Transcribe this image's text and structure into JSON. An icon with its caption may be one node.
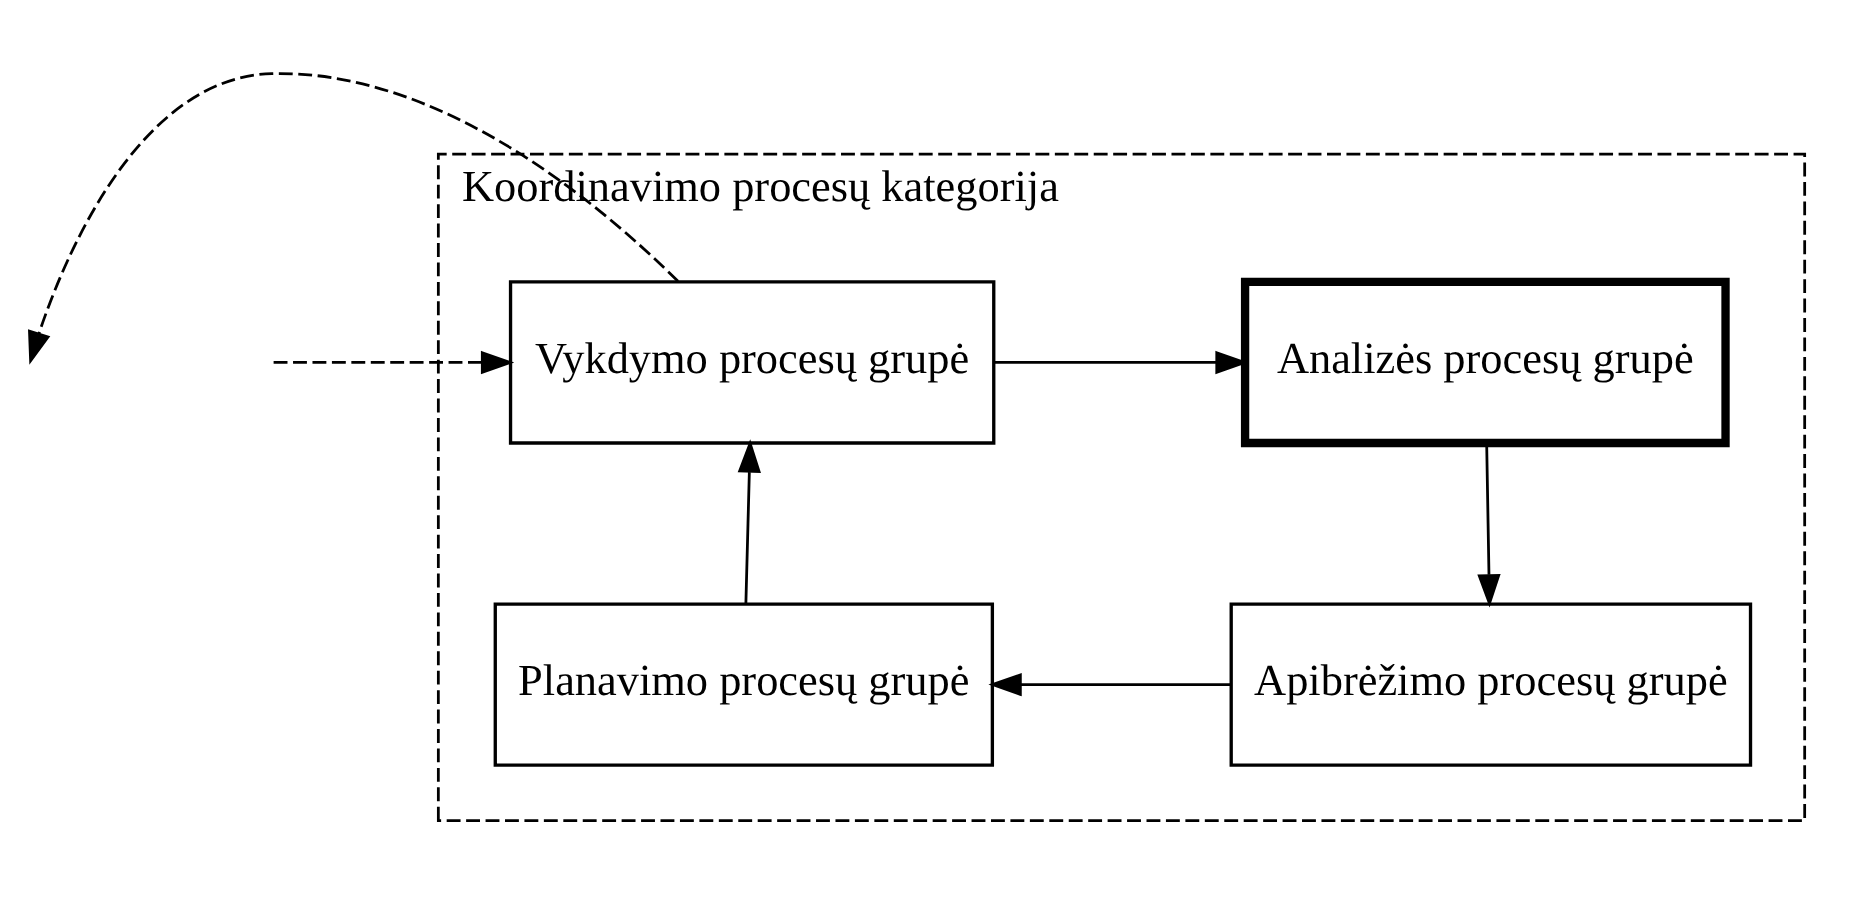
{
  "diagram": {
    "nodes": [
      {
        "text": [
          "Koordinavimo procesų kategorija"
        ]
      },
      {
        "text": [
          "Vykdymo procesų grupė"
        ],
        "in": 0
      },
      {
        "text": [
          "Analizės procesų grupė"
        ],
        "in": 0
      },
      {
        "text": [
          "Planavimo procesų grupė"
        ],
        "in": 0
      },
      {
        "text": [
          "Apibrėžimo procesų grupė"
        ],
        "in": 0
      }
    ],
    "edges": [
      {
        "from": 1,
        "to": null,
        "arrow": "to",
        "style": "dashed"
      },
      {
        "from": null,
        "to": 1,
        "arrow": "to",
        "style": "dashed"
      },
      {
        "from": 1,
        "to": 2,
        "arrow": "to"
      },
      {
        "from": 2,
        "to": 4,
        "arrow": "to"
      },
      {
        "from": 4,
        "to": 3,
        "arrow": "to"
      },
      {
        "from": 3,
        "to": 1,
        "arrow": "to"
      }
    ]
  }
}
